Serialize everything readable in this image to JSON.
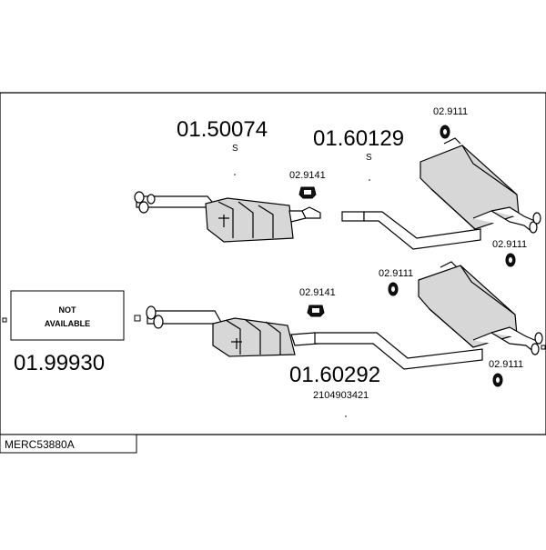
{
  "diagram": {
    "part_labels": {
      "upper_rear": "01.50074",
      "upper_rear_sub": "S",
      "upper_front": "01.60129",
      "upper_front_sub": "S",
      "lower_rear": "01.60292",
      "lower_rear_sub": "2104903421",
      "left_box": "01.99930"
    },
    "clamps": {
      "c1": "02.9111",
      "c2": "02.9141",
      "c3": "02.9111",
      "c4": "02.9111",
      "c5": "02.9141",
      "c6": "02.9111"
    },
    "not_available": {
      "line1": "NOT",
      "line2": "AVAILABLE"
    },
    "footer_code": "MERC53880A"
  }
}
